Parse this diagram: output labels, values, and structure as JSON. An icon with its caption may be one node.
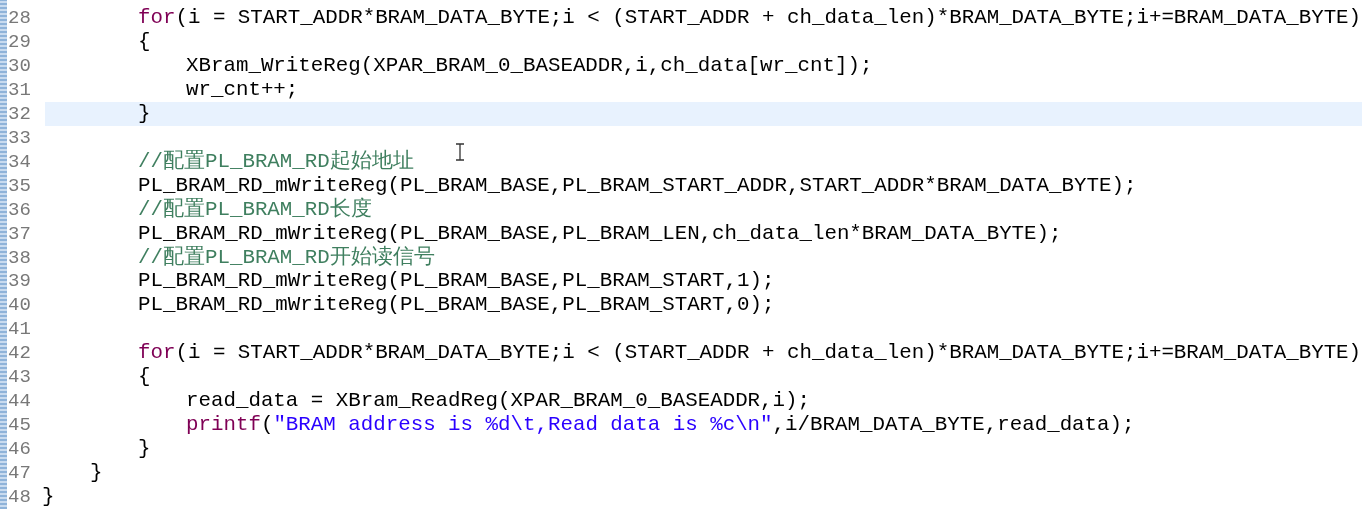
{
  "diagram": {
    "labels": [
      "28",
      "for(i = START_ADDR*BRAM_DATA_BYTE;i < (START_ADDR + ch_data_len)*BRAM_DATA_BYTE;i+=BRAM_DATA_BYTE)",
      "29",
      "{",
      "30",
      "XBram_WriteReg(XPAR_BRAM_0_BASEADDR,i,ch_data[wr_cnt]);",
      "31",
      "wr_cnt++;",
      "32",
      "}",
      "33",
      "34",
      "//配置PL_BRAM_RD起始地址",
      "35",
      "PL_BRAM_RD_mWriteReg(PL_BRAM_BASE,PL_BRAM_START_ADDR,START_ADDR*BRAM_DATA_BYTE);",
      "36",
      "//配置PL_BRAM_RD长度",
      "37",
      "PL_BRAM_RD_mWriteReg(PL_BRAM_BASE,PL_BRAM_LEN,ch_data_len*BRAM_DATA_BYTE);",
      "38",
      "//配置PL_BRAM_RD开始读信号",
      "39",
      "PL_BRAM_RD_mWriteReg(PL_BRAM_BASE,PL_BRAM_START,1);",
      "40",
      "PL_BRAM_RD_mWriteReg(PL_BRAM_BASE,PL_BRAM_START,0);",
      "41",
      "42",
      "for(i = START_ADDR*BRAM_DATA_BYTE;i < (START_ADDR + ch_data_len)*BRAM_DATA_BYTE;i+=BRAM_DATA_BYTE)",
      "43",
      "{",
      "44",
      "read_data = XBram_ReadReg(XPAR_BRAM_0_BASEADDR,i);",
      "45",
      "printf(\"BRAM address is %d\\t,Read data is %c\\n\",i/BRAM_DATA_BYTE,read_data);",
      "46",
      "}",
      "47",
      "}",
      "48",
      "}"
    ]
  }
}
